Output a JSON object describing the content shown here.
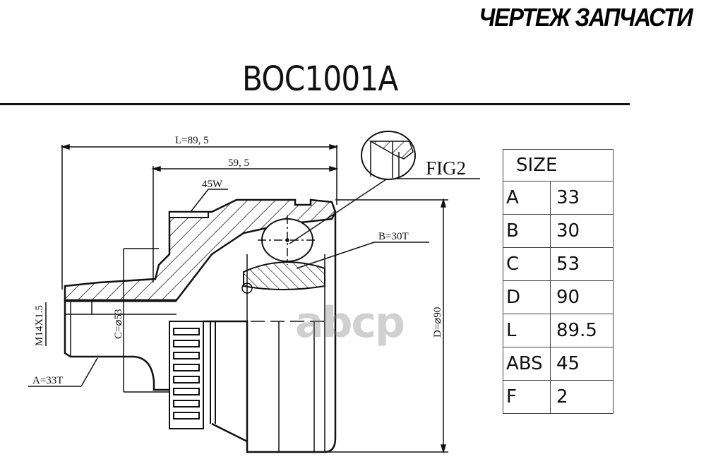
{
  "header": {
    "title": "ЧЕРТЕЖ ЗАПЧАСТИ",
    "part_number": "BOC1001A"
  },
  "drawing": {
    "labels": {
      "length_total": "L=89, 5",
      "length_inner": "59, 5",
      "abs_ring": "45W",
      "fig_label": "FIG2",
      "spline_outer": "B=30T",
      "spline_inner": "A=33T",
      "thread": "M14X1.5",
      "diameter_c": "C=⌀53",
      "diameter_d": "D=⌀90"
    },
    "line_color": "#111111"
  },
  "size_table": {
    "header": "SIZE",
    "rows": [
      {
        "key": "A",
        "value": "33"
      },
      {
        "key": "B",
        "value": "30"
      },
      {
        "key": "C",
        "value": "53"
      },
      {
        "key": "D",
        "value": "90"
      },
      {
        "key": "L",
        "value": "89.5"
      },
      {
        "key": "ABS",
        "value": "45"
      },
      {
        "key": "F",
        "value": "2"
      }
    ]
  },
  "watermark": {
    "text": "abcp"
  }
}
